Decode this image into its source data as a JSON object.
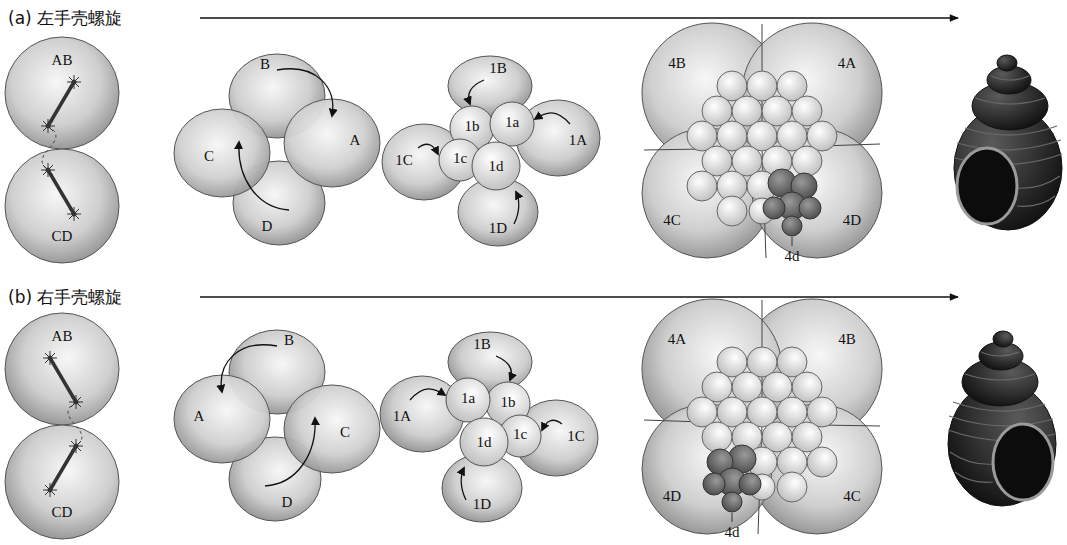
{
  "diagram": {
    "labels": [
      "(a) 左手壳螺旋",
      "AB",
      "CD",
      "B",
      "A",
      "C",
      "D",
      "1B",
      "1b",
      "1a",
      "1A",
      "1C",
      "1c",
      "1d",
      "1D",
      "4B",
      "4A",
      "4C",
      "4D",
      "4d",
      "(b) 右手壳螺旋",
      "AB",
      "CD",
      "B",
      "A",
      "C",
      "D",
      "1B",
      "1a",
      "1b",
      "1A",
      "1c",
      "1C",
      "1d",
      "1D",
      "4A",
      "4B",
      "4D",
      "4C",
      "4d"
    ]
  }
}
